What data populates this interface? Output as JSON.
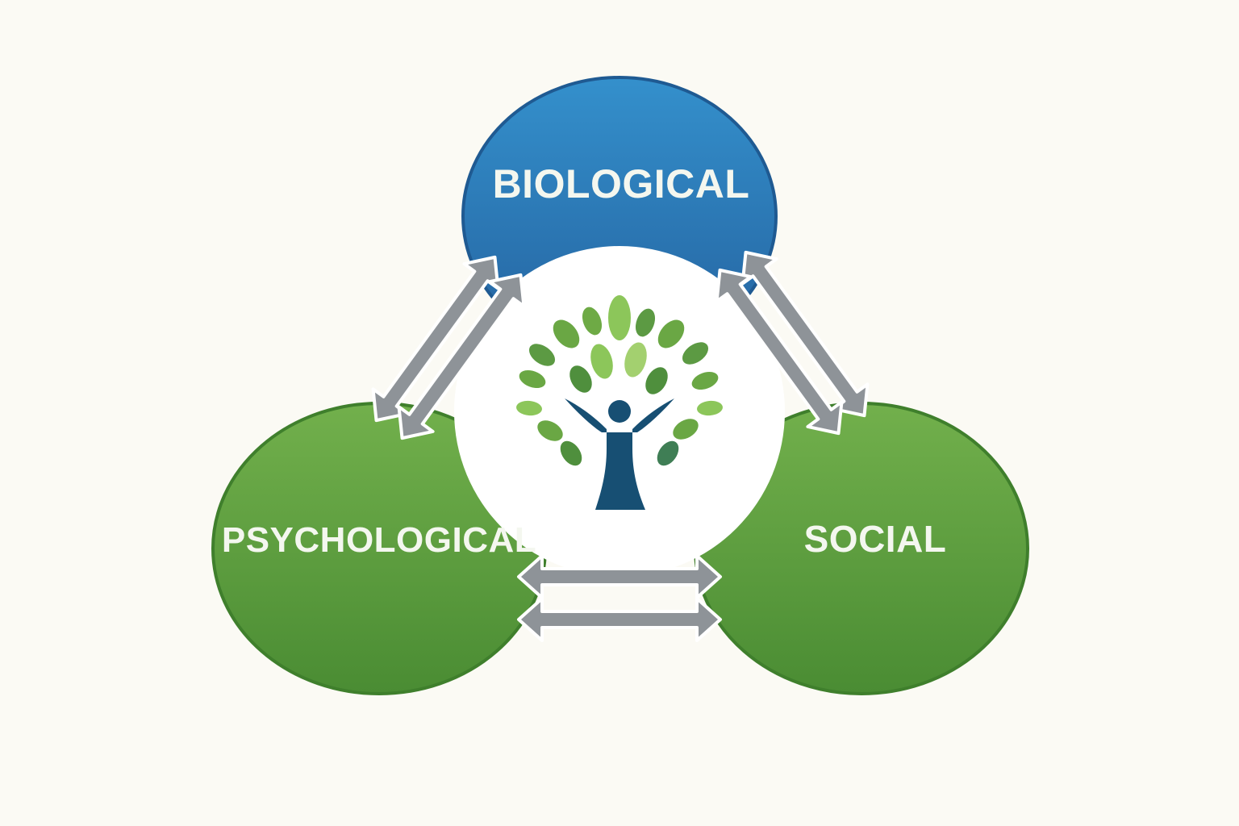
{
  "diagram": {
    "nodes": {
      "biological": {
        "label": "BIOLOGICAL"
      },
      "psychological": {
        "label": "PSYCHOLOGICAL"
      },
      "social": {
        "label": "SOCIAL"
      }
    },
    "center": {
      "icon": "tree-person-icon"
    },
    "connections": [
      {
        "from": "biological",
        "to": "psychological",
        "type": "bidirectional"
      },
      {
        "from": "biological",
        "to": "social",
        "type": "bidirectional"
      },
      {
        "from": "psychological",
        "to": "social",
        "type": "bidirectional"
      }
    ]
  },
  "colors": {
    "background": "#fbfaf4",
    "biological": "#2c78b8",
    "psychological": "#5d9e3c",
    "social": "#5d9e3c",
    "arrow": "#8e9398",
    "person": "#174f73",
    "leaf_light": "#8cc65a",
    "leaf_dark": "#4a8f3f"
  }
}
